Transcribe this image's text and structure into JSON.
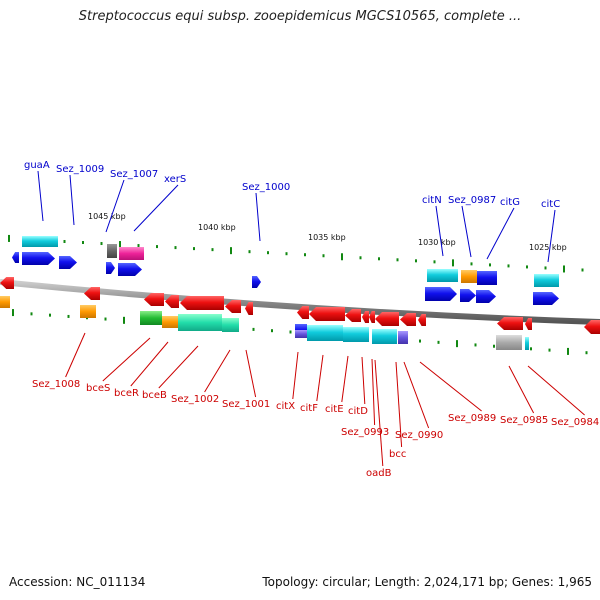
{
  "title": "Streptococcus equi subsp. zooepidemicus MGCS10565, complete ...",
  "footer": {
    "accession_label": "Accession:",
    "accession": "NC_011134",
    "topology": "Topology: circular; Length: 2,024,171 bp; Genes: 1,965"
  },
  "colors": {
    "upper_label": "#0000cc",
    "lower_label": "#cc0000",
    "backbone": "#8c8c8c",
    "tick": "#118811"
  },
  "ruler": {
    "unit": "kbp",
    "labels": [
      "1045 kbp",
      "1040 kbp",
      "1035 kbp",
      "1030 kbp",
      "1025 kbp"
    ]
  },
  "genes_upper": [
    "guaA",
    "Sez_1009",
    "Sez_1007",
    "xerS",
    "Sez_1000",
    "citN",
    "Sez_0987",
    "citG",
    "citC"
  ],
  "genes_lower": [
    "Sez_1008",
    "bceS",
    "bceR",
    "bceB",
    "Sez_1002",
    "Sez_1001",
    "citX",
    "citF",
    "citE",
    "citD",
    "Sez_0993",
    "oadB",
    "bcc",
    "Sez_0990",
    "Sez_0989",
    "Sez_0985",
    "Sez_0984"
  ]
}
